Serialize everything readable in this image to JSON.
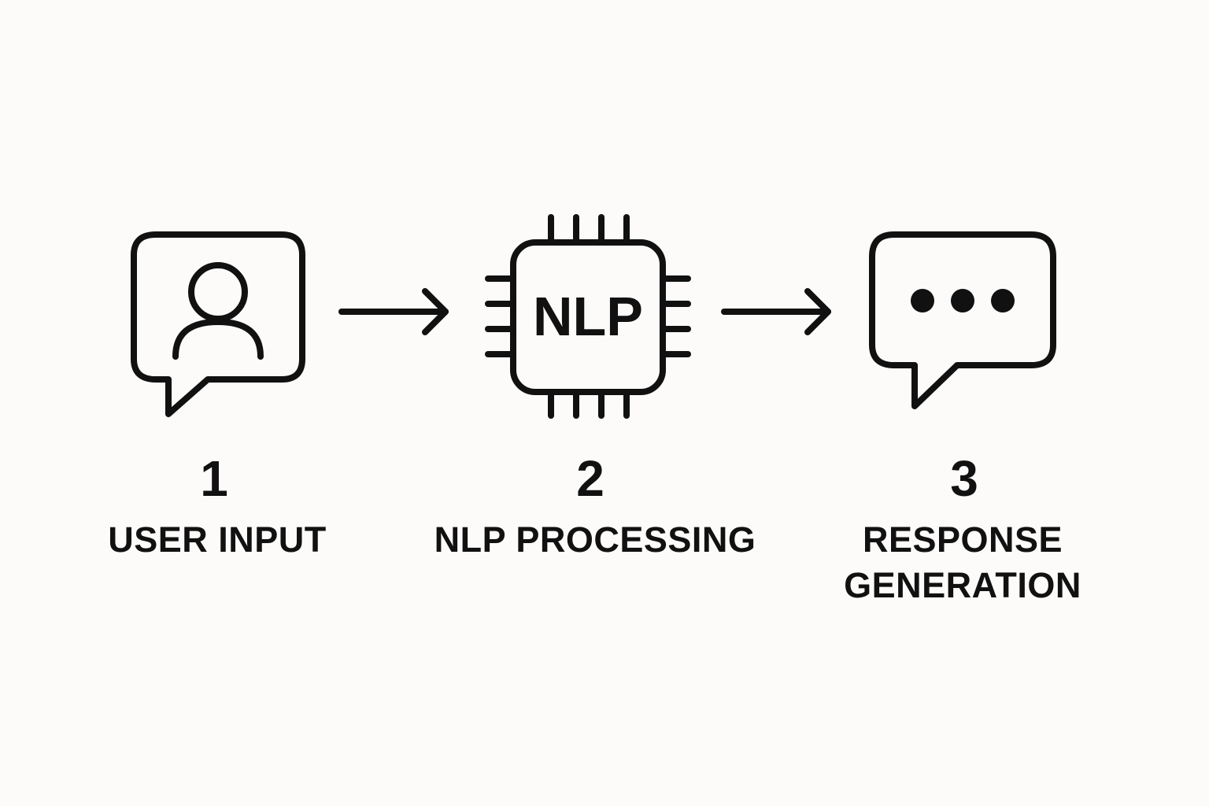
{
  "diagram": {
    "steps": [
      {
        "number": "1",
        "label": "USER INPUT",
        "icon": "user-chat-bubble-icon"
      },
      {
        "number": "2",
        "label": "NLP PROCESSING",
        "icon": "nlp-chip-icon",
        "icon_text": "NLP"
      },
      {
        "number": "3",
        "label_lines": [
          "RESPONSE",
          "GENERATION"
        ],
        "icon": "ellipsis-chat-bubble-icon"
      }
    ],
    "connectors": [
      "right-arrow-icon",
      "right-arrow-icon"
    ],
    "colors": {
      "background": "#fcfbf9",
      "ink": "#111111"
    }
  }
}
